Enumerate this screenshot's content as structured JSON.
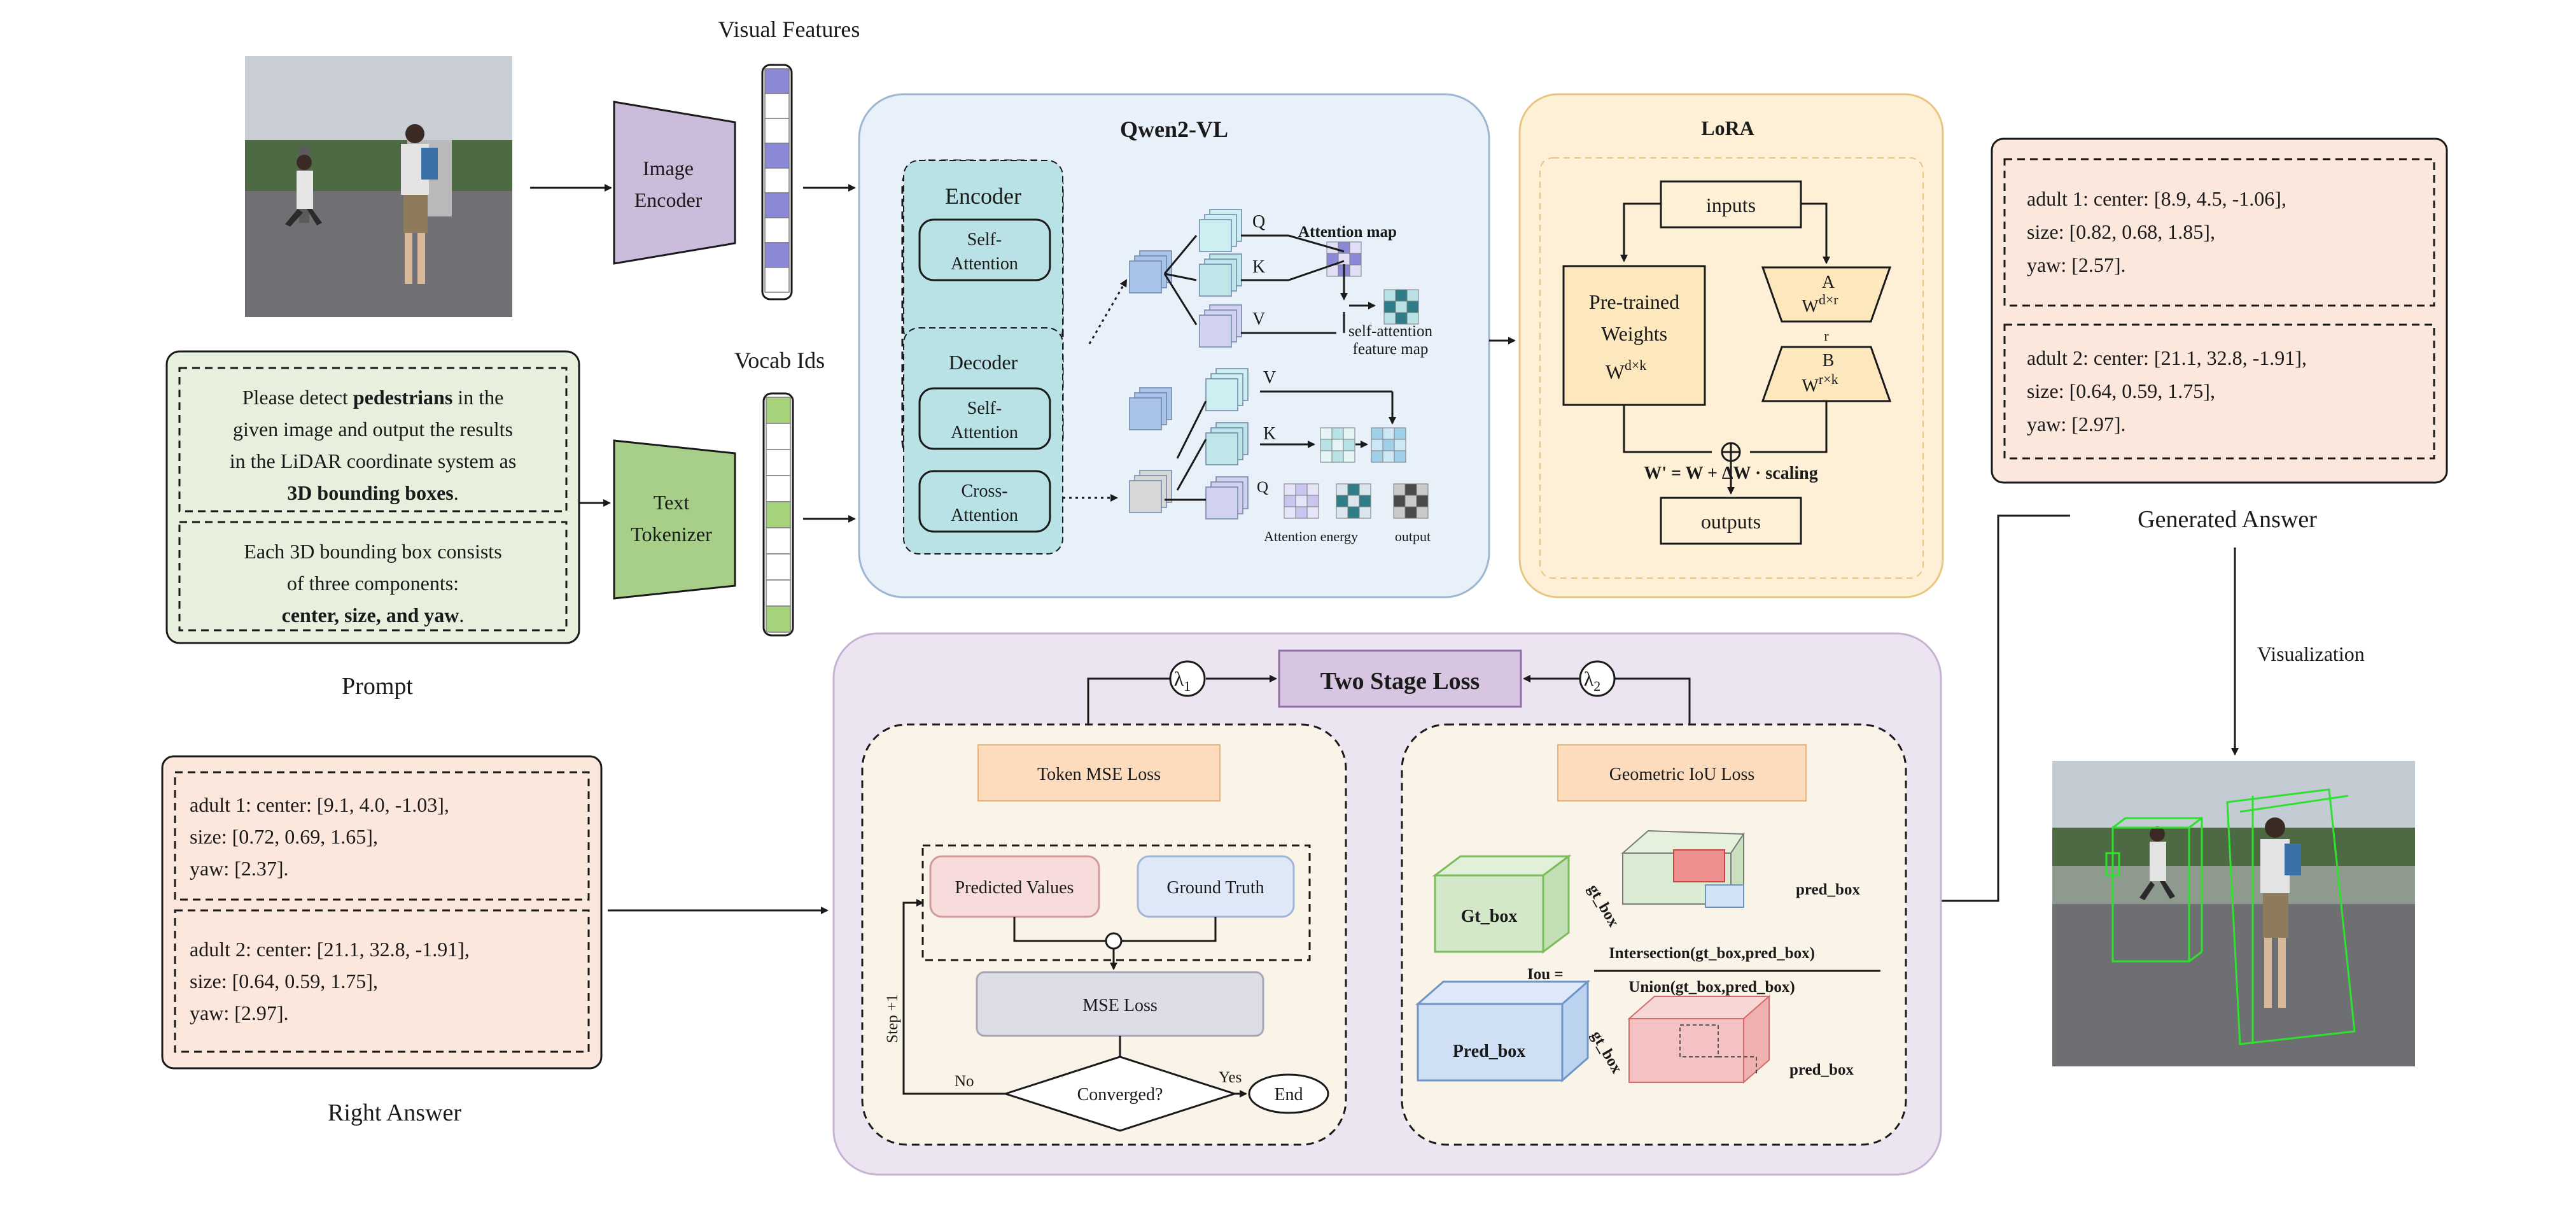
{
  "visual_features_label": "Visual Features",
  "vocab_ids_label": "Vocab Ids",
  "image_encoder_label": [
    "Image",
    "Encoder"
  ],
  "text_tokenizer_label": [
    "Text",
    "Tokenizer"
  ],
  "prompt": {
    "caption": "Prompt",
    "p1_lines": [
      [
        "Please detect ",
        "pedestrians",
        " in the"
      ],
      [
        "given image and output the results",
        "",
        ""
      ],
      [
        "in the LiDAR coordinate system as",
        "",
        ""
      ],
      [
        "",
        "3D bounding boxes",
        "."
      ]
    ],
    "p2_lines": [
      [
        "Each 3D bounding box consists",
        "",
        ""
      ],
      [
        "of three components:",
        "",
        ""
      ],
      [
        "",
        "center, size, and yaw",
        "."
      ]
    ]
  },
  "qwen": {
    "title": "Qwen2-VL",
    "encoder": "Encoder",
    "self_attention": [
      "Self-",
      "Attention"
    ],
    "decoder": "Decoder",
    "cross_attention": [
      "Cross-",
      "Attention"
    ],
    "q": "Q",
    "k": "K",
    "v": "V",
    "attention_map": "Attention map",
    "self_attention_feature_map": [
      "self-attention",
      "feature map"
    ],
    "attention_energy": "Attention energy",
    "output": "output"
  },
  "lora": {
    "title": "LoRA",
    "inputs": "inputs",
    "pretrained": [
      "Pre-trained",
      "Weights"
    ],
    "pretrained_w": "W",
    "pretrained_sup": "d×k",
    "a_label": "A",
    "a_w": "W",
    "a_sup": "d×r",
    "r_label": "r",
    "b_label": "B",
    "b_w": "W",
    "b_sup": "r×k",
    "formula": "W' = W + ΔW · scaling",
    "outputs": "outputs"
  },
  "generated_answer": {
    "caption": "Generated Answer",
    "a1": [
      "adult 1: center: [8.9, 4.5, -1.06],",
      "size: [0.82, 0.68, 1.85],",
      "yaw: [2.57]."
    ],
    "a2": [
      "adult 2: center: [21.1, 32.8, -1.91],",
      "size: [0.64, 0.59, 1.75],",
      "yaw: [2.97]."
    ]
  },
  "right_answer": {
    "caption": "Right Answer",
    "a1": [
      "adult 1: center: [9.1, 4.0, -1.03],",
      "size: [0.72, 0.69, 1.65],",
      "yaw: [2.37]."
    ],
    "a2": [
      "adult 2: center: [21.1, 32.8, -1.91],",
      "size: [0.64, 0.59, 1.75],",
      "yaw: [2.97]."
    ]
  },
  "visualization_label": "Visualization",
  "loss": {
    "title": "Two Stage Loss",
    "lambda1": "λ",
    "lambda1_sub": "1",
    "lambda2": "λ",
    "lambda2_sub": "2",
    "token_mse": "Token MSE Loss",
    "predicted": "Predicted Values",
    "ground_truth": "Ground Truth",
    "mse_loss": "MSE Loss",
    "converged": "Converged?",
    "yes": "Yes",
    "no": "No",
    "end": "End",
    "step": "Step +1",
    "geo_iou": "Geometric IoU Loss",
    "gt_box": "Gt_box",
    "pred_box": "Pred_box",
    "gt_box_small": "gt_box",
    "pred_box_small": "pred_box",
    "iou": "Iou =",
    "numerator": "Intersection(gt_box,pred_box)",
    "denominator": "Union(gt_box,pred_box)"
  },
  "colors": {
    "qwen_bg": "#e8f0f9",
    "lora_bg": "#fdf0d6",
    "loss_bg": "#ede4f1",
    "prompt_bg": "#e6f0dc",
    "answer_bg": "#fbe7dc",
    "encoder_purple": "#cbbcdc",
    "tokenizer_green": "#a8cf8a",
    "teal": "#b9e2e6",
    "green_box": "#d3e8c8",
    "blue_box": "#cfe0f5",
    "red_box": "#f3c8c8"
  }
}
